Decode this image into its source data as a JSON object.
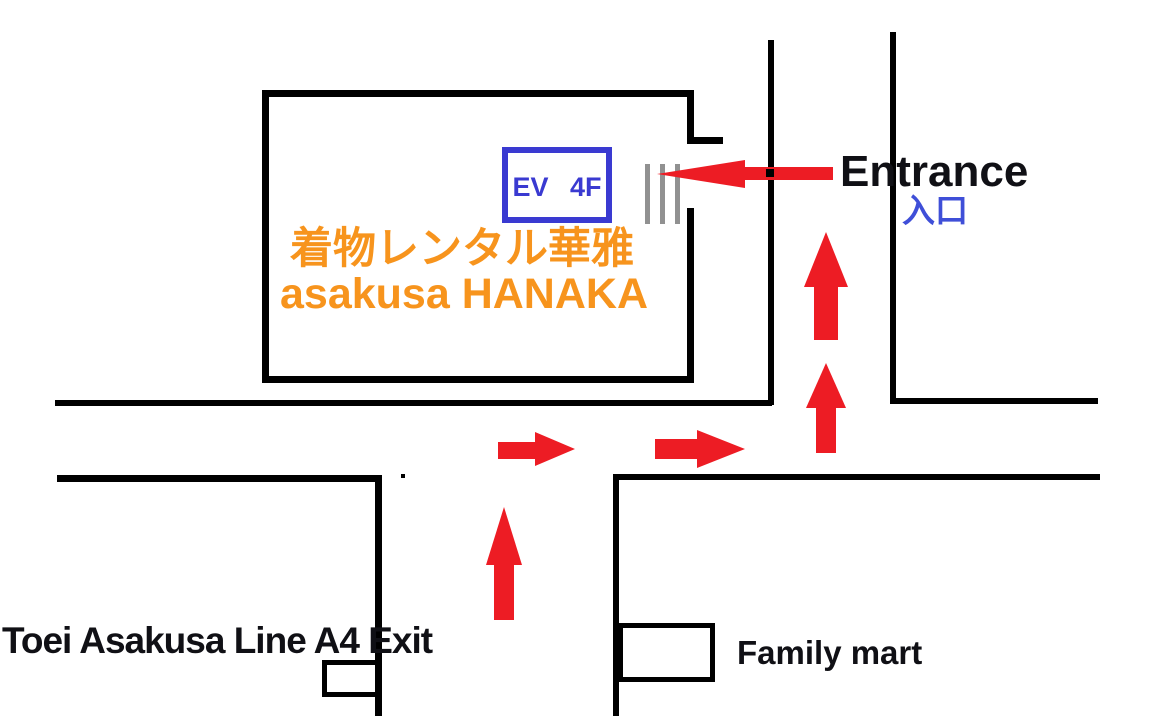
{
  "colors": {
    "road": "#000000",
    "red": "#ed1c24",
    "orange": "#f7941d",
    "blue": "#3a3ad1",
    "blue2": "#3f4fd8",
    "gray": "#919191",
    "ink": "#101015"
  },
  "building": {
    "name_jp": "着物レンタル華雅",
    "name_en": "asakusa HANAKA",
    "elevator_box": "EV 4F"
  },
  "entrance": {
    "label": "Entrance",
    "label_jp": "入口"
  },
  "landmarks": {
    "station_exit": "Toei Asakusa Line A4 Exit",
    "convenience_store": "Family mart"
  }
}
